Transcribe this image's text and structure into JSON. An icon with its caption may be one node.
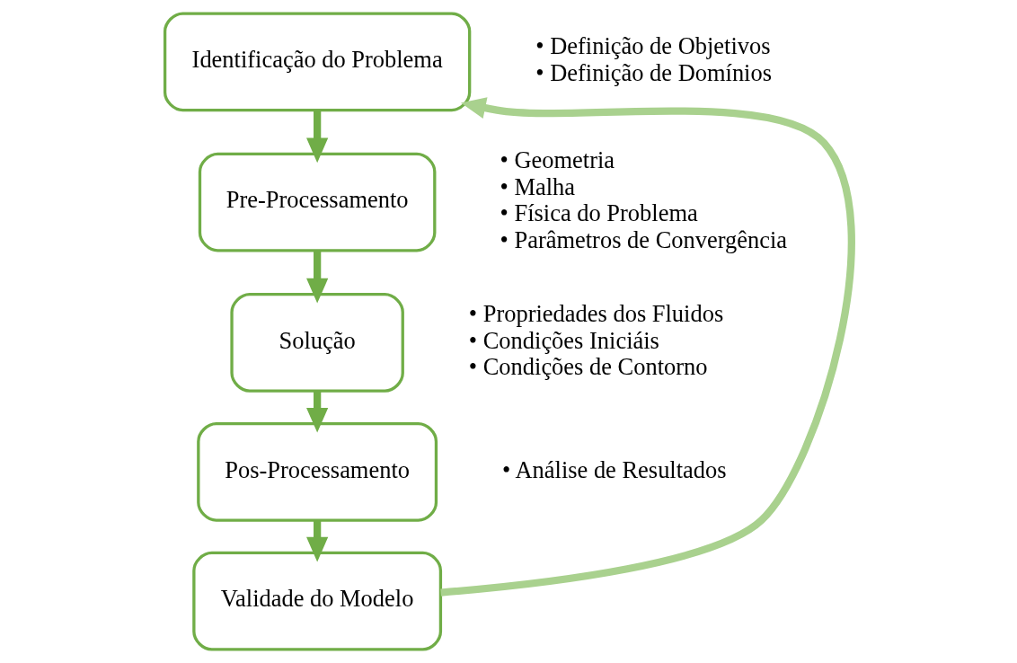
{
  "diagram": {
    "nodes": [
      {
        "text": [
          "Identificação do Problema"
        ],
        "beside": [
          "• Definição de Objetivos",
          "• Definição de Domínios"
        ]
      },
      {
        "text": [
          "Pre-Processamento"
        ],
        "beside": [
          "• Geometria",
          "• Malha",
          "• Física do Problema",
          "• Parâmetros de Convergência"
        ]
      },
      {
        "text": [
          "Solução"
        ],
        "beside": [
          "• Propriedades dos Fluidos",
          "• Condições Iniciáis",
          "• Condições de Contorno"
        ]
      },
      {
        "text": [
          "Pos-Processamento"
        ],
        "beside": [
          "• Análise de Resultados"
        ]
      },
      {
        "text": [
          "Validade do Modelo"
        ]
      }
    ],
    "edges": [
      {
        "from": 0,
        "to": 1,
        "arrow": "to"
      },
      {
        "from": 1,
        "to": 2,
        "arrow": "to"
      },
      {
        "from": 2,
        "to": 3,
        "arrow": "to"
      },
      {
        "from": 3,
        "to": 4,
        "arrow": "to"
      },
      {
        "from": 4,
        "to": 0,
        "arrow": "to",
        "color": "#a9d18e"
      }
    ]
  }
}
